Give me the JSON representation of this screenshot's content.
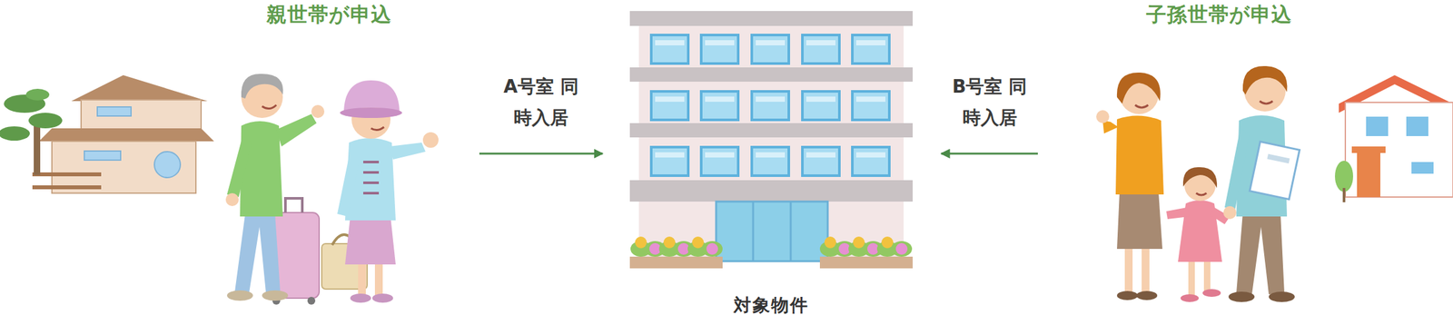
{
  "diagram": {
    "nodes": [
      {
        "text": [
          "親世帯が申込"
        ]
      },
      {
        "text": [
          "対象物件"
        ]
      },
      {
        "text": [
          "子孫世帯が申込"
        ]
      }
    ],
    "edges": [
      {
        "from": 0,
        "to": 1,
        "label": "A号室 同時入居",
        "arrow": "to"
      },
      {
        "from": 2,
        "to": 1,
        "label": "B号室 同時入居",
        "arrow": "to"
      }
    ]
  }
}
